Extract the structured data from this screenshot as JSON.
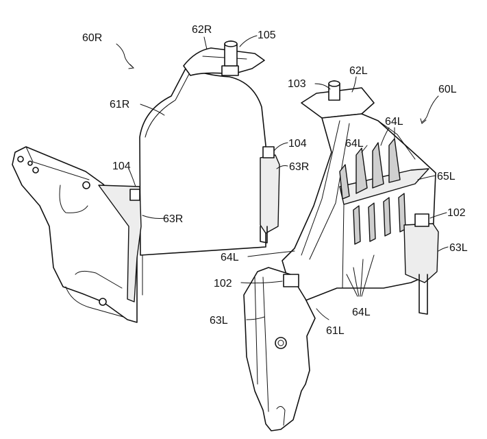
{
  "labels": {
    "assembly_right": "60R",
    "assembly_left": "60L",
    "upper_bracket_right": "62R",
    "upper_bracket_left": "62L",
    "stud_105": "105",
    "stud_103": "103",
    "plate_right": "61R",
    "plate_left": "61L",
    "bolt_104_upper": "104",
    "bolt_104_lower": "104",
    "lower_bracket_right_upper": "63R",
    "lower_bracket_right_lower": "63R",
    "ribs_upper": "64L",
    "ribs_top": "64L",
    "ribs_side": "64L",
    "ribs_bottom": "64L",
    "beam_left": "65L",
    "bolt_102_right": "102",
    "bolt_102_left": "102",
    "lower_bracket_left_right": "63L",
    "lower_bracket_left_left": "63L"
  }
}
